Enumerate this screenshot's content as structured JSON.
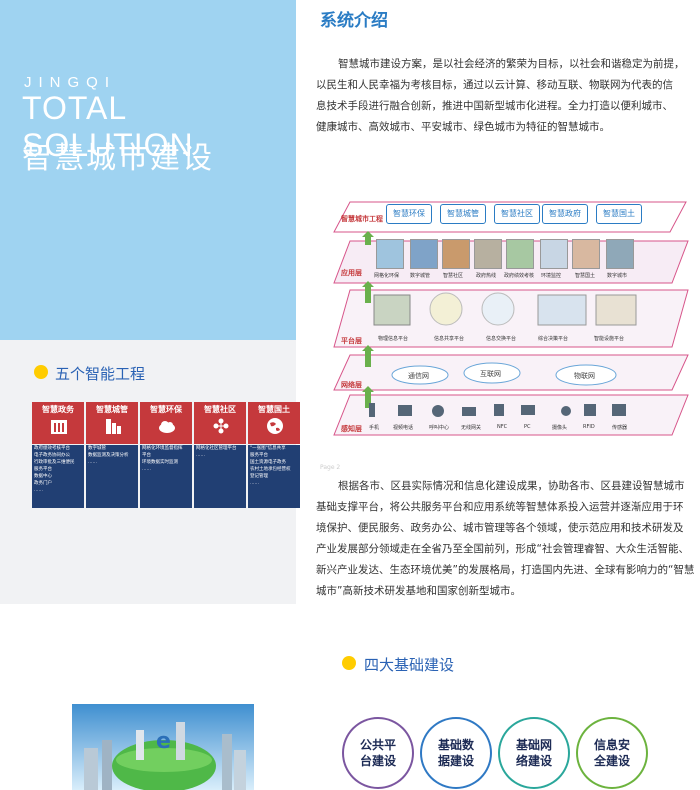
{
  "hero": {
    "brand": "JingQi",
    "title": "TOTAL SOLUTION",
    "subtitle": "智慧城市建设"
  },
  "five_projects": {
    "title": "五个智能工程",
    "cards": [
      {
        "name": "智慧政务",
        "lines": [
          "政府绩效考核平台",
          "电子政务协同办公",
          "行政审批及三维便民",
          "服务平台",
          "数据中心",
          "政务门户",
          "……"
        ]
      },
      {
        "name": "智慧城管",
        "lines": [
          "数字城管",
          "数据监测及决策分析",
          "……"
        ]
      },
      {
        "name": "智慧环保",
        "lines": [
          "网格化环境监督指挥",
          "平台",
          "环境数据实时监测",
          "……"
        ]
      },
      {
        "name": "智慧社区",
        "lines": [
          "网格化社区管理平台",
          "……"
        ]
      },
      {
        "name": "智慧国土",
        "lines": [
          "\"一张图\"信息共享",
          "服务平台",
          "国土资源电子政务",
          "农村土地承包经营权",
          "登记管理",
          "……"
        ]
      }
    ]
  },
  "intro": {
    "title": "系统介绍",
    "paragraph_lines": [
      "智慧城市建设方案，是以社会经济的繁荣为目标，以社会和谐稳定为前提，",
      "以民生和人民幸福为考核目标，通过以云计算、移动互联、物联网为代表的信",
      "息技术手段进行融合创新，推进中国新型城市化进程。全力打造以便利城市、",
      "健康城市、高效城市、平安城市、绿色城市为特征的智慧城市。"
    ]
  },
  "diagram": {
    "layers": {
      "engineering": "智慧城市工程",
      "application": "应用层",
      "platform": "平台层",
      "network": "网络层",
      "perception": "感知层"
    },
    "engineering_items": [
      "智慧环保",
      "智慧城管",
      "智慧社区",
      "智慧政府",
      "智慧国土"
    ],
    "application_items": [
      "网格化环保",
      "数字城管",
      "智慧社区",
      "政府热线",
      "政府绩效考核",
      "环境监控",
      "智慧国土",
      "数字城市"
    ],
    "platform_items": [
      "物理信息平台",
      "信息共享平台",
      "信息交换平台",
      "综合决策平台",
      "智能设施平台"
    ],
    "network_items": [
      "通信网",
      "互联网",
      "物联网"
    ],
    "perception_items": [
      "手机",
      "视频电话",
      "呼叫中心",
      "无线网关",
      "NFC",
      "PC",
      "摄像头",
      "RFID",
      "传感器"
    ],
    "page_mark": "Page 2"
  },
  "body": {
    "paragraph_lines": [
      "根据各市、区县实际情况和信息化建设成果，协助各市、区县建设智慧城市",
      "基础支撑平台，将公共服务平台和应用系统等智慧体系投入运营并逐渐应用于环",
      "境保护、便民服务、政务办公、城市管理等各个领域，使示范应用和技术研发及",
      "产业发展部分领域走在全省乃至全国前列，形成“社会管理睿智、大众生活智能、",
      "新兴产业发达、生态环境优美”的发展格局，打造国内先进、全球有影响力的“智慧",
      "城市”高新技术研发基地和国家创新型城市。"
    ]
  },
  "four_foundations": {
    "title": "四大基础建设",
    "items": [
      {
        "line1": "公共平",
        "line2": "台建设",
        "color": "#7b56a0"
      },
      {
        "line1": "基础数",
        "line2": "据建设",
        "color": "#2f79c4"
      },
      {
        "line1": "基础网",
        "line2": "络建设",
        "color": "#2aa79b"
      },
      {
        "line1": "信息安",
        "line2": "全建设",
        "color": "#6cb33e"
      }
    ]
  },
  "colors": {
    "hero_bg": "#9fd3f1",
    "card_top": "#c5393c",
    "card_bottom": "#213f73",
    "accent_yellow": "#ffcc00",
    "title_blue": "#2a7cc4"
  }
}
